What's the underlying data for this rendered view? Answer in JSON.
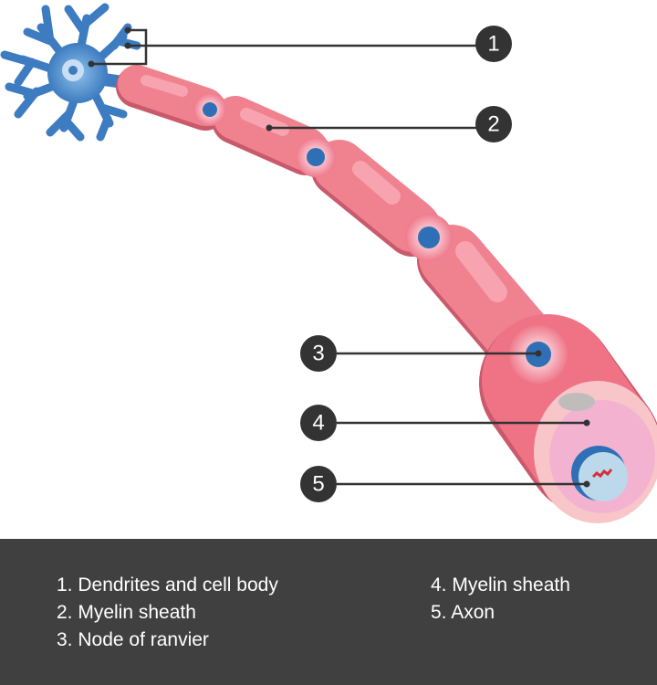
{
  "callouts": [
    "1",
    "2",
    "3",
    "4",
    "5"
  ],
  "legend": {
    "left": [
      "1. Dendrites and cell body",
      "2. Myelin sheath",
      "3. Node of ranvier"
    ],
    "right": [
      "4. Myelin sheath",
      "5. Axon"
    ]
  },
  "colors": {
    "neuron": "#3d7cc0",
    "myelin": "#ef7a8c",
    "node": "#2f6fb5",
    "callout": "#333333",
    "legend_bg": "#404040"
  }
}
